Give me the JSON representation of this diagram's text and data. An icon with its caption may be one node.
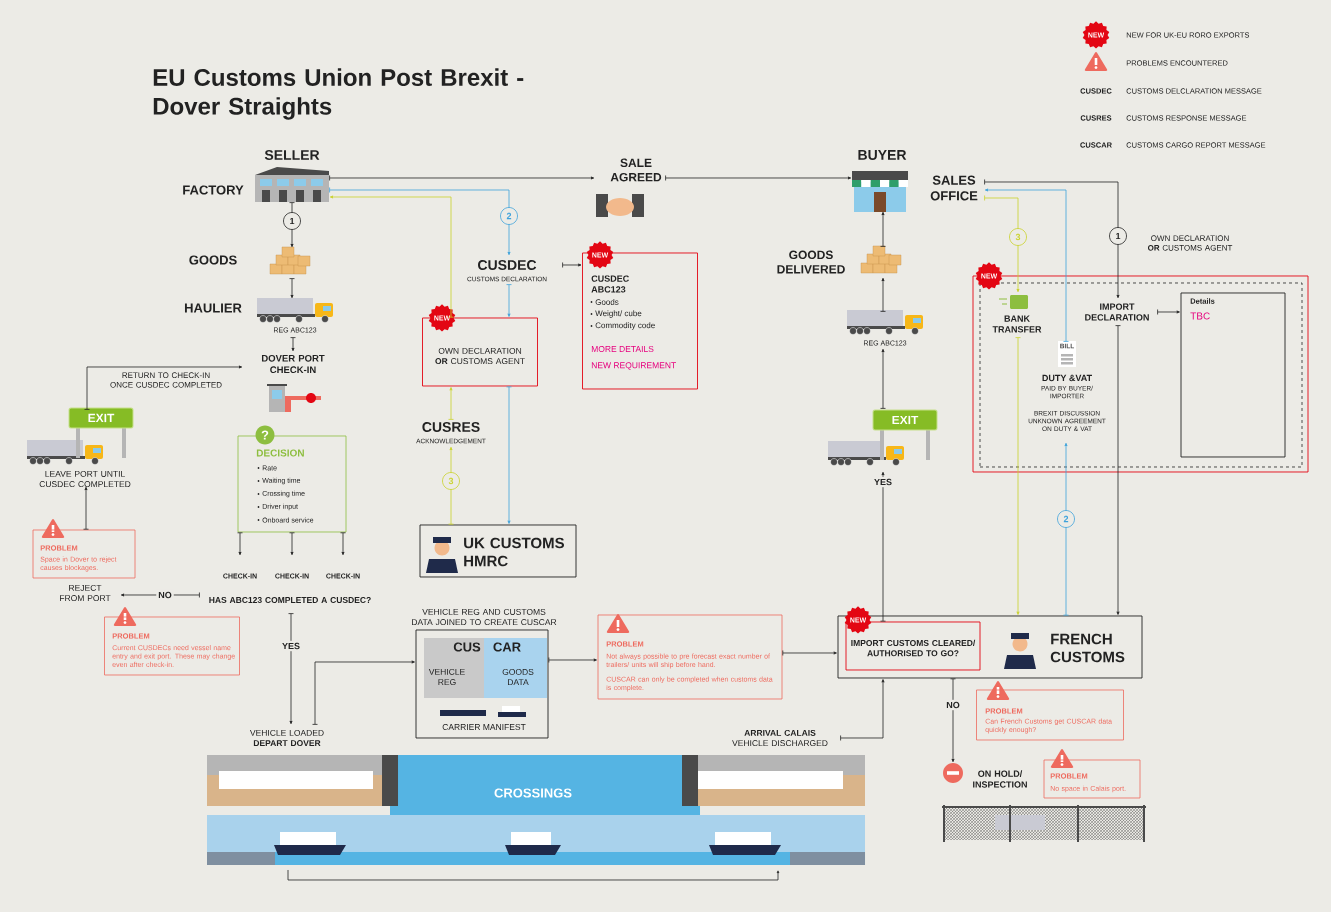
{
  "diagram": {
    "title": "EU Customs Union Post Brexit - Dover Straights",
    "nodes": [
      {
        "text": [
          "SELLER"
        ],
        "beside": [
          "FACTORY"
        ]
      },
      {
        "text": [
          "GOODS"
        ]
      },
      {
        "text": [
          "HAULIER"
        ],
        "beside": [
          "REG ABC123"
        ]
      },
      {
        "text": [
          "DOVER PORT CHECK-IN"
        ]
      },
      {
        "text": [
          "DECISION",
          "Rate",
          "Waiting time",
          "Crossing time",
          "Driver input",
          "Onboard service"
        ]
      },
      {
        "text": [
          "CHECK-IN"
        ]
      },
      {
        "text": [
          "CHECK-IN"
        ]
      },
      {
        "text": [
          "CHECK-IN"
        ]
      },
      {
        "text": [
          "HAS ABC123 COMPLETED A CUSDEC?"
        ]
      },
      {
        "text": [
          "REJECT FROM PORT"
        ]
      },
      {
        "text": [
          "EXIT",
          "LEAVE PORT UNTIL CUSDEC COMPLETED"
        ]
      },
      {
        "text": [
          "PROBLEM",
          "Space in Dover to reject causes blockages."
        ]
      },
      {
        "text": [
          "PROBLEM",
          "Current CUSDECs need vessel name entry and exit port. These may change even after check-in."
        ]
      },
      {
        "text": [
          "VEHICLE LOADED **DEPART DOVER**"
        ]
      },
      {
        "text": [
          "SALE AGREED"
        ]
      },
      {
        "text": [
          "CUSDEC",
          "CUSTOMS DECLARATION"
        ]
      },
      {
        "text": [
          "CUSDEC ABC123",
          "Goods",
          "Weight/ cube",
          "Commodity code",
          "MORE DETAILS",
          "NEW REQUIREMENT"
        ]
      },
      {
        "text": [
          "OWN DECLARATION **OR** CUSTOMS AGENT"
        ]
      },
      {
        "text": [
          "CUSRES",
          "ACKNOWLEDGEMENT"
        ]
      },
      {
        "text": [
          "UK CUSTOMS HMRC"
        ]
      },
      {
        "text": [
          "VEHICLE REG AND CUSTOMS DATA JOINED TO CREATE CUSCAR",
          "CUS",
          "CAR",
          "VEHICLE REG",
          "GOODS DATA",
          "CARRIER MANIFEST"
        ]
      },
      {
        "text": [
          "PROBLEM",
          "Not always possible to pre forecast exact number of trailers/ units will ship before hand.",
          "CUSCAR can only be completed when customs data is complete."
        ]
      },
      {
        "text": [
          "CROSSINGS"
        ]
      },
      {
        "text": [
          "**ARRIVAL CALAIS** VEHICLE DISCHARGED"
        ]
      },
      {
        "text": [
          "FRENCH CUSTOMS"
        ]
      },
      {
        "text": [
          "IMPORT CUSTOMS CLEARED/ AUTHORISED TO GO?"
        ],
        "in": 24
      },
      {
        "text": [
          "PROBLEM",
          "Can French Customs get CUSCAR data quickly enough?"
        ]
      },
      {
        "text": [
          "ON HOLD/ INSPECTION"
        ]
      },
      {
        "text": [
          "PROBLEM",
          "No space in Calais port."
        ]
      },
      {
        "text": [
          "BUYER"
        ]
      },
      {
        "text": [
          "SALES OFFICE"
        ]
      },
      {
        "text": [
          "GOODS DELIVERED"
        ]
      },
      {
        "text": [],
        "shape": "picture",
        "beside": [
          "REG ABC123"
        ]
      },
      {
        "text": [
          "EXIT"
        ]
      },
      {
        "text": [],
        "shape": "box"
      },
      {
        "text": [],
        "shape": "box",
        "in": 34
      },
      {
        "text": [
          "BANK TRANSFER"
        ],
        "in": 35
      },
      {
        "text": [
          "DUTY &VAT",
          "PAID BY BUYER/ IMPORTER",
          "BREXIT DISCUSSION UNKNOWN AGREEMENT ON DUTY & VAT"
        ],
        "in": 35
      },
      {
        "text": [
          "IMPORT DECLARATION"
        ],
        "in": 35
      },
      {
        "text": [
          "Details",
          "TBC"
        ],
        "in": 35
      }
    ],
    "edges": [
      {
        "from": 0,
        "to": 1,
        "arrow": "to",
        "label": "1"
      },
      {
        "from": 1,
        "to": 2,
        "arrow": "to"
      },
      {
        "from": 2,
        "to": 3,
        "arrow": "to"
      },
      {
        "from": 4,
        "to": 5,
        "arrow": "to"
      },
      {
        "from": 4,
        "to": 6,
        "arrow": "to"
      },
      {
        "from": 4,
        "to": 7,
        "arrow": "to"
      },
      {
        "from": 8,
        "to": 9,
        "arrow": "to",
        "label": "NO"
      },
      {
        "from": 8,
        "to": 13,
        "arrow": "to",
        "label": "YES"
      },
      {
        "from": 11,
        "to": 10,
        "arrow": "to"
      },
      {
        "from": 10,
        "to": 3,
        "arrow": "to",
        "label": "RETURN TO CHECK-IN ONCE CUSDEC COMPLETED"
      },
      {
        "from": 0,
        "to": 14,
        "arrow": "to"
      },
      {
        "from": 14,
        "to": 29,
        "arrow": "to"
      },
      {
        "from": 0,
        "to": 15,
        "arrow": "to",
        "label": "2",
        "color": "#3ea2db"
      },
      {
        "from": 15,
        "to": 17,
        "arrow": "to",
        "color": "#3ea2db"
      },
      {
        "from": 17,
        "to": 19,
        "arrow": "to",
        "color": "#3ea2db"
      },
      {
        "from": 19,
        "to": 18,
        "arrow": "to",
        "label": "3",
        "color": "#c9d22a"
      },
      {
        "from": 18,
        "to": 17,
        "arrow": "to",
        "color": "#c9d22a"
      },
      {
        "from": 17,
        "to": 0,
        "arrow": "to",
        "color": "#c9d22a"
      },
      {
        "from": 15,
        "to": 16,
        "arrow": "to"
      },
      {
        "from": 13,
        "to": 20,
        "arrow": "to"
      },
      {
        "from": 20,
        "to": 21,
        "arrow": "to"
      },
      {
        "from": 21,
        "to": 24,
        "arrow": "to"
      },
      {
        "from": 23,
        "to": 24,
        "arrow": "to"
      },
      {
        "from": 25,
        "to": 33,
        "arrow": "to",
        "label": "YES"
      },
      {
        "from": 33,
        "to": 32,
        "arrow": "to"
      },
      {
        "from": 32,
        "to": 31,
        "arrow": "to"
      },
      {
        "from": 31,
        "to": 29,
        "arrow": "to"
      },
      {
        "from": 30,
        "to": 38,
        "arrow": "to",
        "label": "1"
      },
      {
        "from": 30,
        "to": 36,
        "arrow": "to",
        "label": "3",
        "color": "#c9d22a"
      },
      {
        "from": 36,
        "to": 24,
        "arrow": "to",
        "color": "#c9d22a"
      },
      {
        "from": 24,
        "to": 37,
        "arrow": "to",
        "label": "2",
        "color": "#3ea2db"
      },
      {
        "from": 37,
        "to": 30,
        "arrow": "to",
        "color": "#3ea2db"
      },
      {
        "from": 38,
        "to": 39,
        "arrow": "to"
      },
      {
        "from": 38,
        "to": 24,
        "arrow": "to"
      },
      {
        "from": 24,
        "to": 27,
        "arrow": "to",
        "label": "NO"
      }
    ],
    "labels": [
      "NEW",
      "CUSDEC",
      "CUSRES",
      "CUSCAR",
      "?",
      "NEW",
      "NEW",
      "OWN DECLARATION **OR** CUSTOMS AGENT",
      "NEW",
      "BILL",
      "NEW"
    ],
    "legend": [
      {
        "text": "NEW FOR UK-EU RORO EXPORTS"
      },
      {
        "text": "PROBLEMS ENCOUNTERED"
      },
      {
        "text": "CUSTOMS DELCLARATION MESSAGE"
      },
      {
        "text": "CUSTOMS RESPONSE MESSAGE"
      },
      {
        "text": "CUSTOMS CARGO REPORT MESSAGE"
      }
    ]
  }
}
